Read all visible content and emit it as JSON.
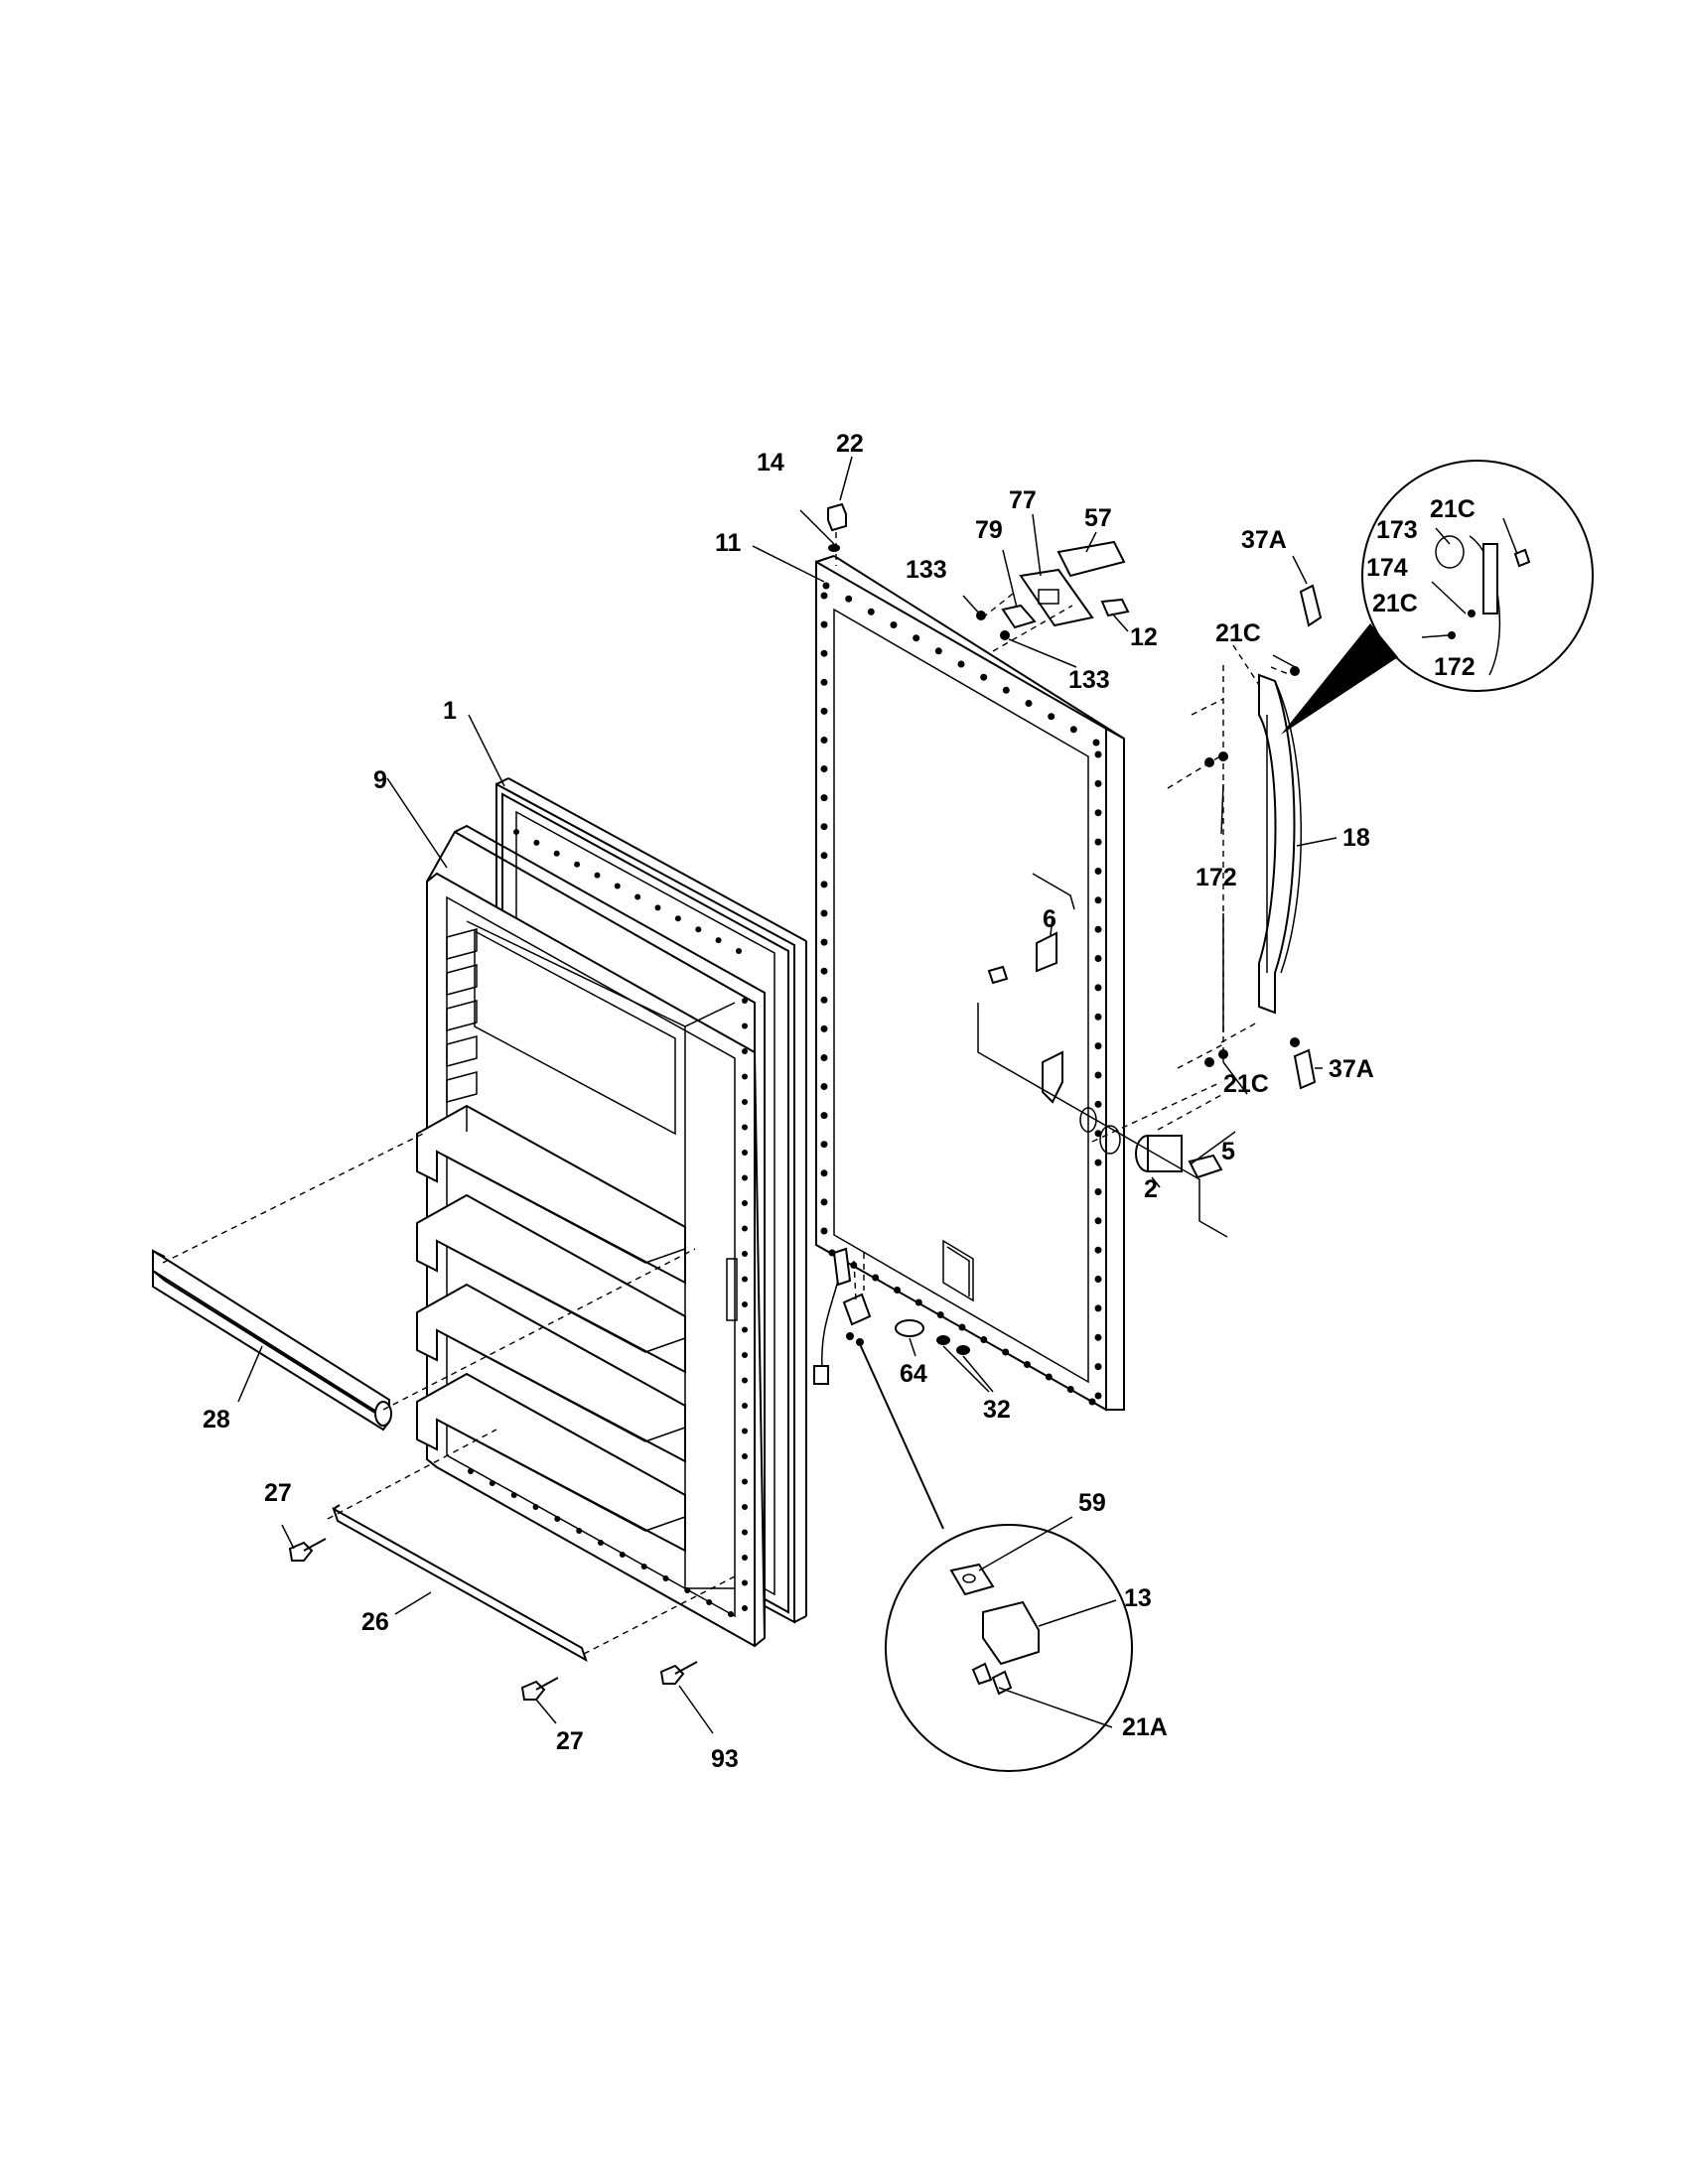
{
  "diagram": {
    "type": "exploded-parts-diagram",
    "callouts": {
      "c1": "1",
      "c2": "2",
      "c5": "5",
      "c6": "6",
      "c9": "9",
      "c11": "11",
      "c12": "12",
      "c13": "13",
      "c14": "14",
      "c18": "18",
      "c21A": "21A",
      "c21C_a": "21C",
      "c21C_b": "21C",
      "c21C_c": "21C",
      "c21C_d": "21C",
      "c22": "22",
      "c26": "26",
      "c27_a": "27",
      "c27_b": "27",
      "c28": "28",
      "c32": "32",
      "c37A_a": "37A",
      "c37A_b": "37A",
      "c57": "57",
      "c59": "59",
      "c64": "64",
      "c77": "77",
      "c79": "79",
      "c93": "93",
      "c133_a": "133",
      "c133_b": "133",
      "c172_a": "172",
      "c172_b": "172",
      "c173": "173",
      "c174": "174"
    }
  }
}
